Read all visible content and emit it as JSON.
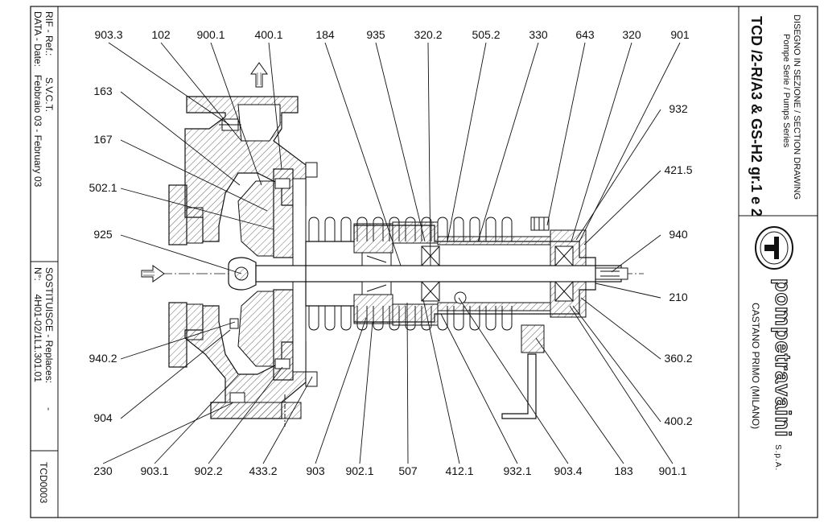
{
  "left_strip": {
    "ref_label": "RIF - Ref.:",
    "ref_value": "S.V.C.T.",
    "date_label": "DATA - Date:",
    "date_value": "Febbraio 03 - February 03",
    "replaces_label": "SOSTITUISCE - Replaces:",
    "replaces_value": "-",
    "number_label": "N°:",
    "number_value": "4H01-02/1L1.301.01",
    "drawing_code": "TCD0003"
  },
  "title_block": {
    "section_line1": "DISEGNO IN SEZIONE / SECTION DRAWING",
    "section_line2": "Pompe Serie / Pumps Series",
    "model": "TCD /2-R/A3 & GS-H2 gr.1 e 2",
    "company": "pompetravaini",
    "company_suffix": "S.p.A.",
    "location": "CASTANO PRIMO (MILANO)"
  },
  "callouts_top": [
    "903.3",
    "102",
    "900.1",
    "400.1",
    "184",
    "935",
    "320.2",
    "505.2",
    "330",
    "643",
    "320",
    "901"
  ],
  "callouts_left": [
    "163",
    "167",
    "502.1",
    "925",
    "940.2",
    "904"
  ],
  "callouts_right": [
    "932",
    "421.5",
    "940",
    "210",
    "360.2",
    "400.2"
  ],
  "callouts_bottom": [
    "230",
    "903.1",
    "902.2",
    "433.2",
    "903",
    "902.1",
    "507",
    "412.1",
    "932.1",
    "903.4",
    "183",
    "901.1"
  ],
  "colors": {
    "ink": "#111111",
    "paper": "#ffffff",
    "hatch": "#444444"
  }
}
